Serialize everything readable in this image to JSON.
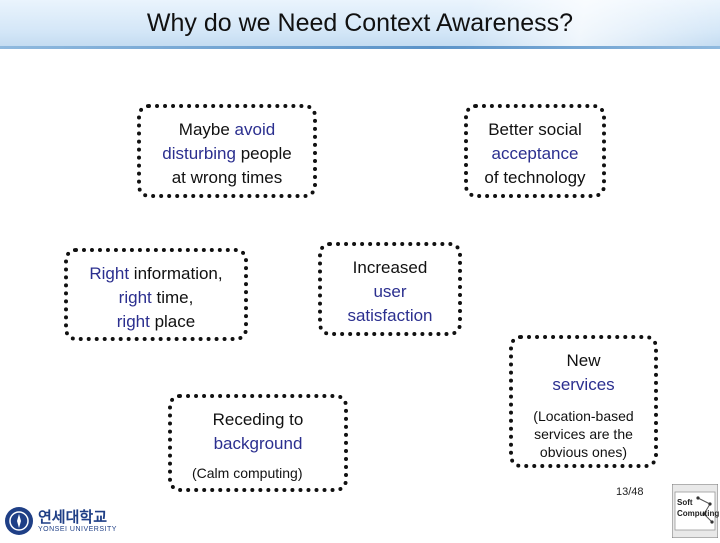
{
  "slide": {
    "title": "Why do we Need Context Awareness?",
    "page": "13/48"
  },
  "boxes": {
    "avoid": {
      "l1a": "Maybe ",
      "l1b": "avoid",
      "l2a": "disturbing",
      "l2b": " people",
      "l3": "at wrong times"
    },
    "social": {
      "l1": "Better social",
      "l2": "acceptance",
      "l3": "of technology"
    },
    "right": {
      "l1a": "Right",
      "l1b": " information,",
      "l2a": "right",
      "l2b": " time,",
      "l3a": "right",
      "l3b": " place"
    },
    "satisfaction": {
      "l1": "Increased",
      "l2": "user",
      "l3": "satisfaction"
    },
    "services": {
      "l1": "New",
      "l2": "services",
      "note1": "(Location-based",
      "note2": "services are the",
      "note3": "obvious ones)"
    },
    "receding": {
      "l1": "Receding to",
      "l2": "background",
      "note": "(Calm computing)"
    }
  },
  "footer": {
    "university_korean": "연세대학교",
    "university_english": "YONSEI UNIVERSITY",
    "lab_name": "Soft Computing"
  },
  "colors": {
    "highlight": "#2b2f8f",
    "header": "#d3e6f7"
  }
}
